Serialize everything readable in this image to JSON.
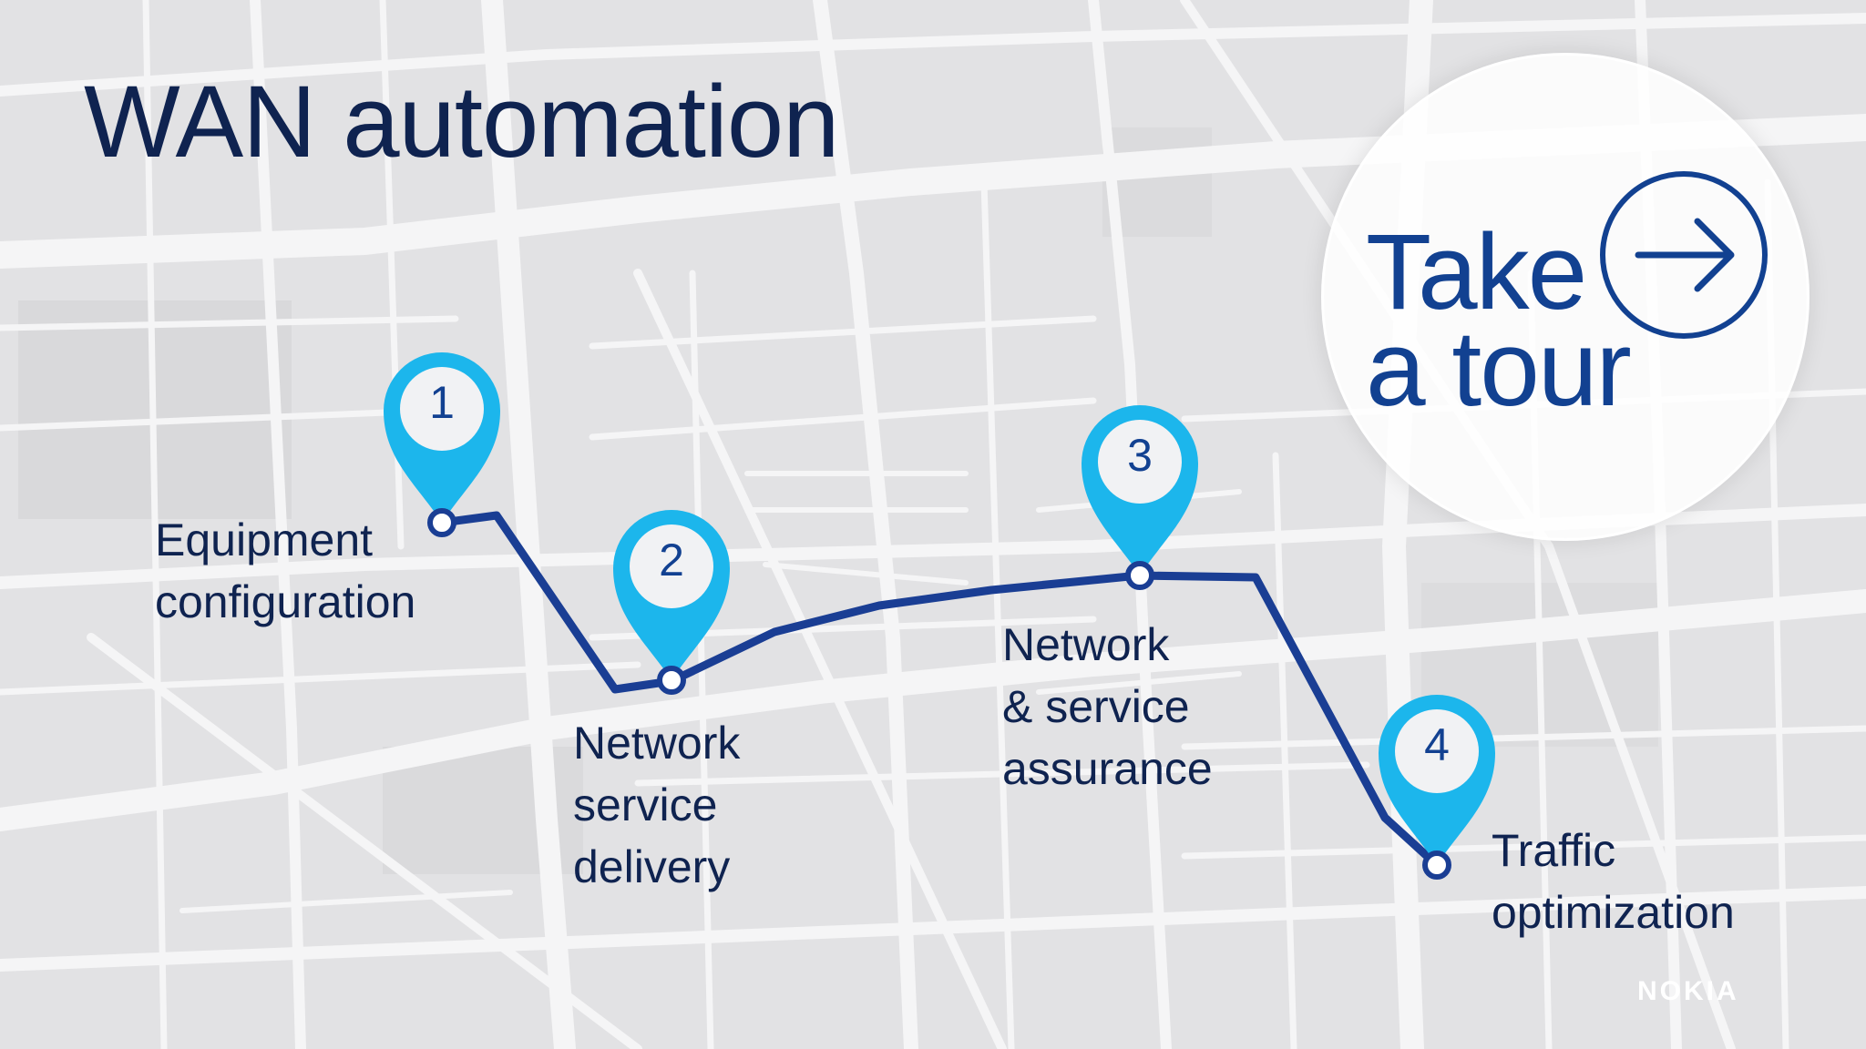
{
  "title": "WAN automation",
  "tour": {
    "label": "Take\na tour",
    "icon": "arrow-right-circle-icon"
  },
  "steps": [
    {
      "number": "1",
      "label": "Equipment\nconfiguration"
    },
    {
      "number": "2",
      "label": "Network\nservice\ndelivery"
    },
    {
      "number": "3",
      "label": "Network\n& service\nassurance"
    },
    {
      "number": "4",
      "label": "Traffic\noptimization"
    }
  ],
  "brand": {
    "logo": "NOKIA"
  },
  "colors": {
    "title": "#0f2350",
    "accent": "#124191",
    "pin": "#1cb6ec",
    "route": "#1a3e94",
    "map_background": "#e3e3e5",
    "map_roads": "#f6f6f7"
  }
}
